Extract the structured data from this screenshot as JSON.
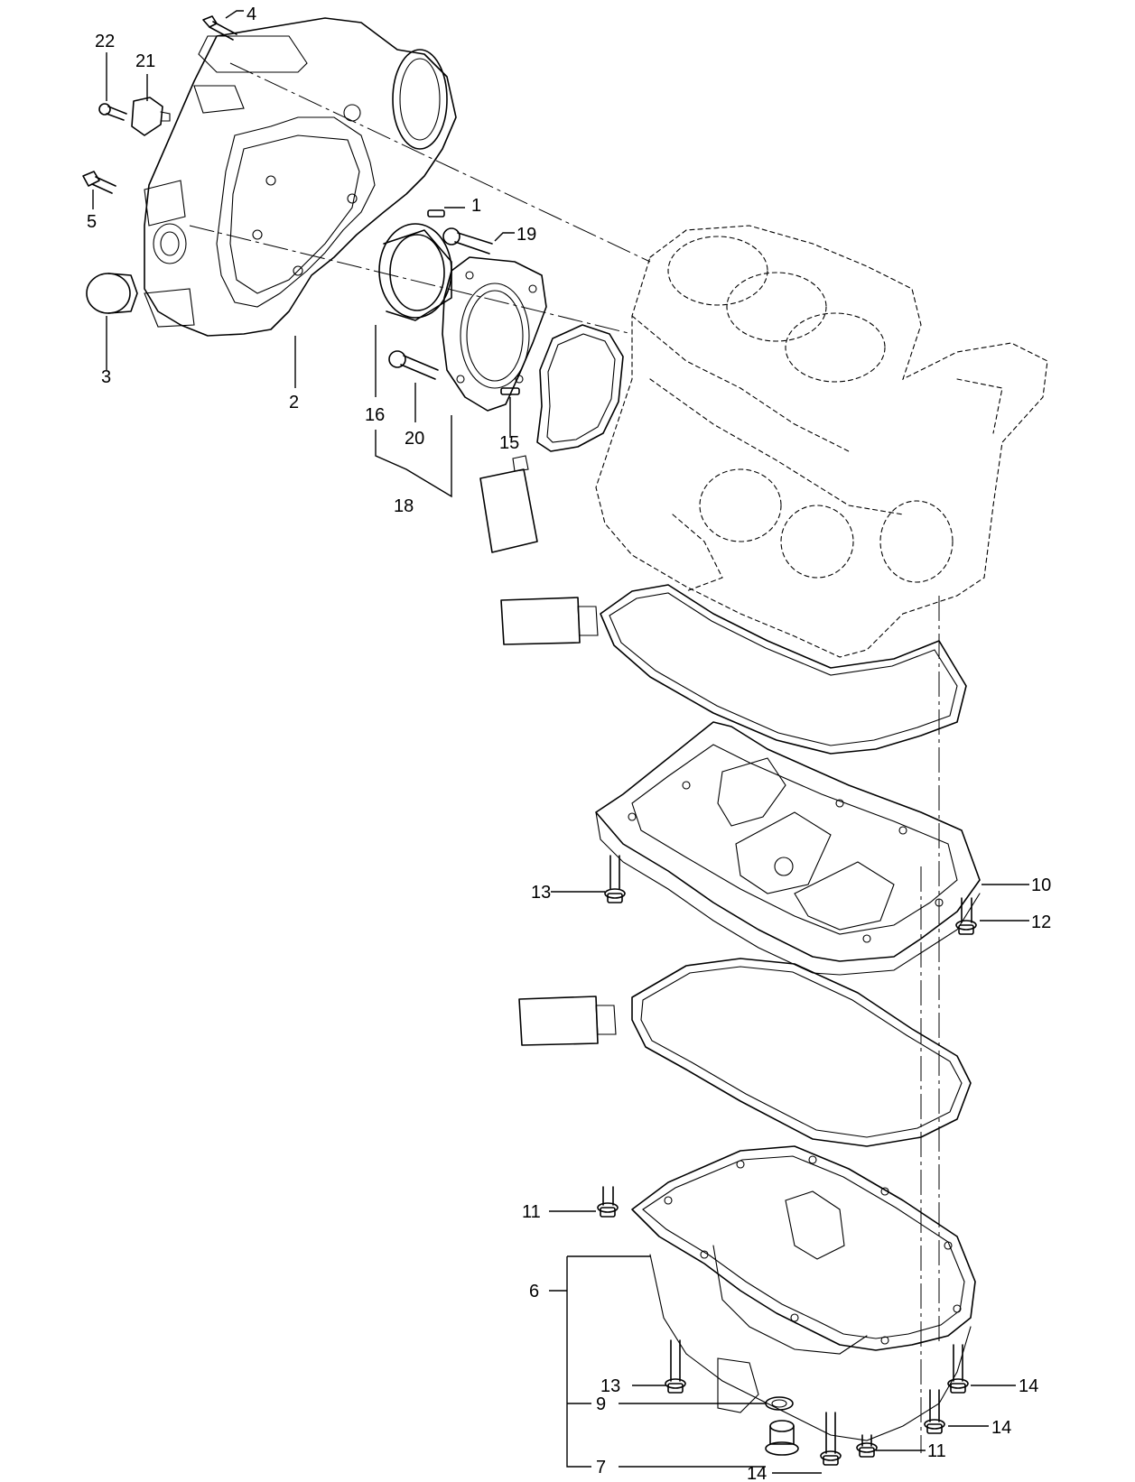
{
  "callouts": [
    {
      "id": "c1",
      "text": "1"
    },
    {
      "id": "c2",
      "text": "2"
    },
    {
      "id": "c3",
      "text": "3"
    },
    {
      "id": "c4",
      "text": "4"
    },
    {
      "id": "c5",
      "text": "5"
    },
    {
      "id": "c6",
      "text": "6"
    },
    {
      "id": "c7",
      "text": "7"
    },
    {
      "id": "c9",
      "text": "9"
    },
    {
      "id": "c10",
      "text": "10"
    },
    {
      "id": "c11a",
      "text": "11"
    },
    {
      "id": "c11b",
      "text": "11"
    },
    {
      "id": "c12",
      "text": "12"
    },
    {
      "id": "c13a",
      "text": "13"
    },
    {
      "id": "c13b",
      "text": "13"
    },
    {
      "id": "c14a",
      "text": "14"
    },
    {
      "id": "c14b",
      "text": "14"
    },
    {
      "id": "c14c",
      "text": "14"
    },
    {
      "id": "c15",
      "text": "15"
    },
    {
      "id": "c16",
      "text": "16"
    },
    {
      "id": "c18",
      "text": "18"
    },
    {
      "id": "c19",
      "text": "19"
    },
    {
      "id": "c20",
      "text": "20"
    },
    {
      "id": "c21",
      "text": "21"
    },
    {
      "id": "c22",
      "text": "22"
    }
  ]
}
